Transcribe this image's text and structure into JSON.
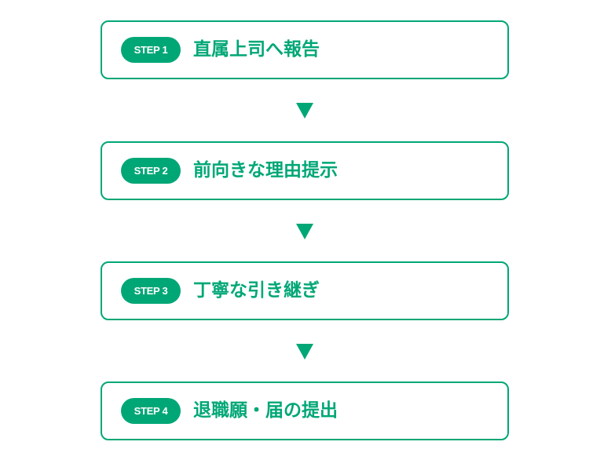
{
  "steps": [
    {
      "badge": "STEP 1",
      "title": "直属上司へ報告"
    },
    {
      "badge": "STEP 2",
      "title": "前向きな理由提示"
    },
    {
      "badge": "STEP 3",
      "title": "丁寧な引き継ぎ"
    },
    {
      "badge": "STEP 4",
      "title": "退職願・届の提出"
    }
  ],
  "colors": {
    "accent": "#00a776"
  }
}
